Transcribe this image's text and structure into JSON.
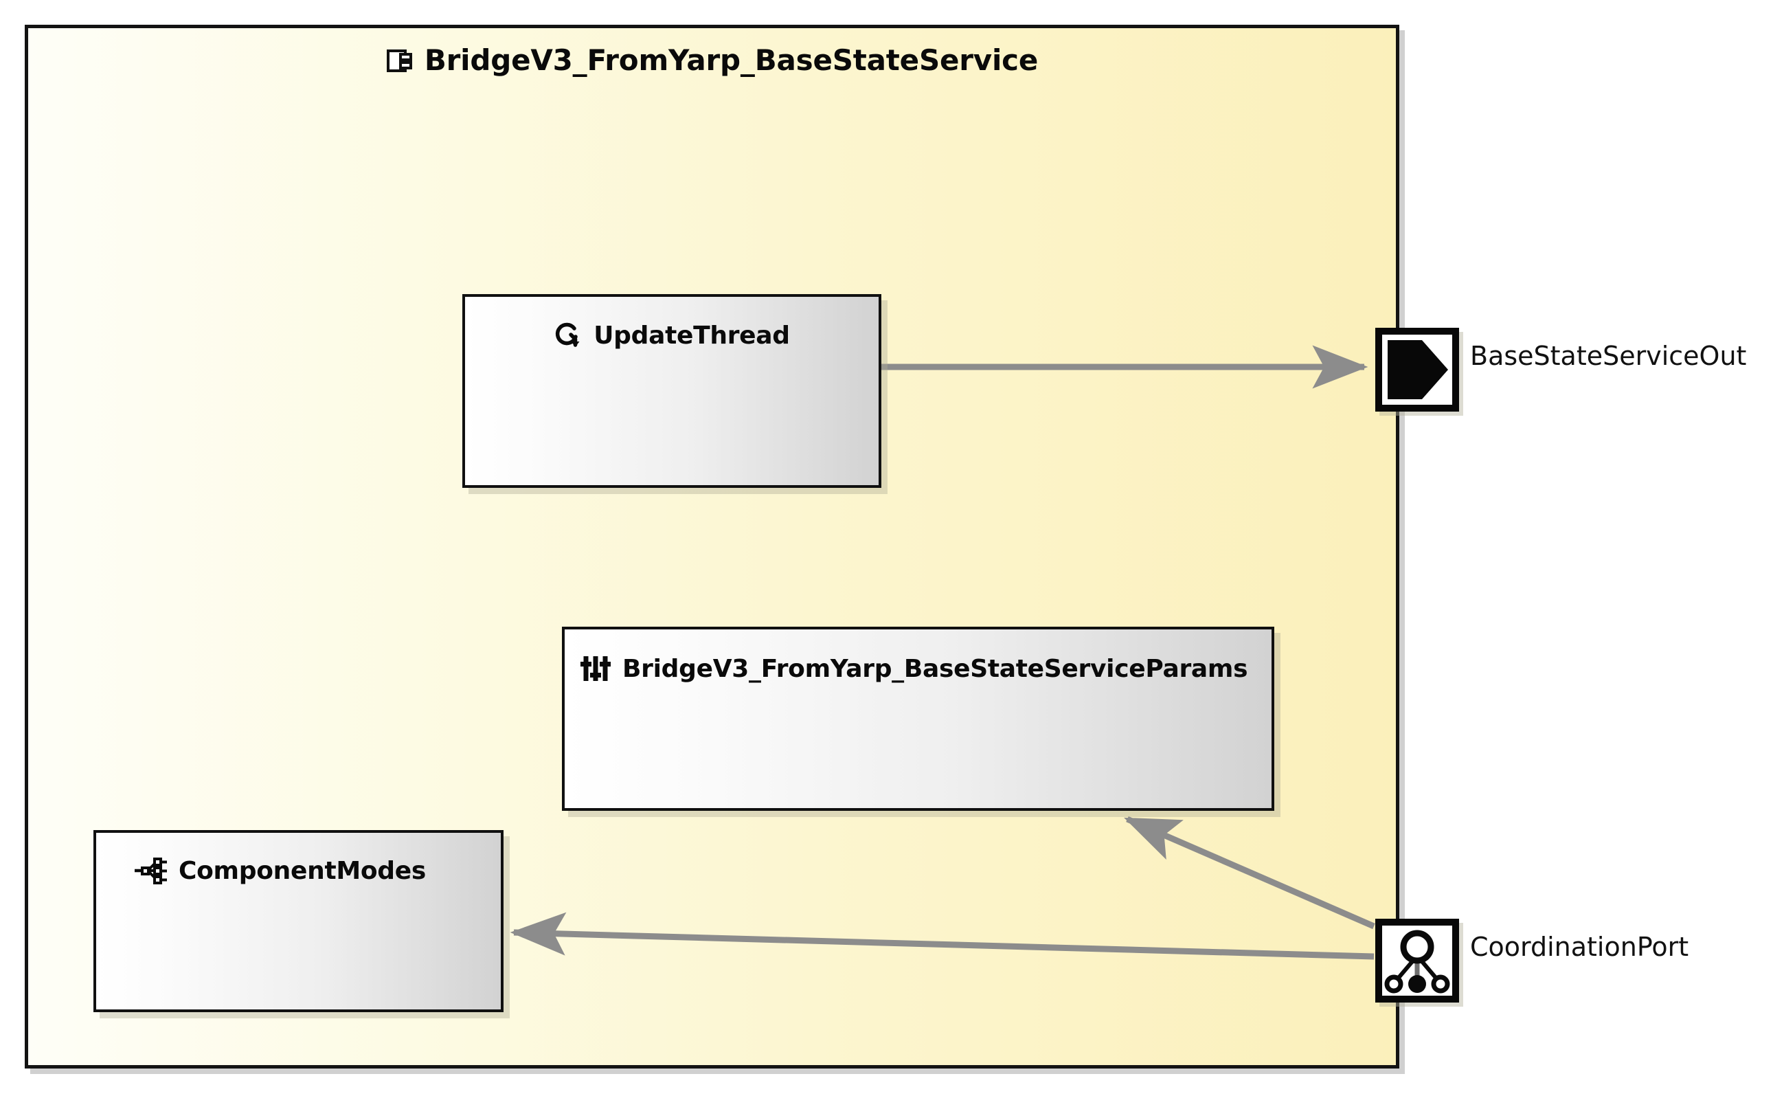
{
  "diagram": {
    "type": "uml-component-diagram",
    "frame": {
      "title": "BridgeV3_FromYarp_BaseStateService",
      "icon": "component-icon",
      "fill_start_color": "#FEFEF7",
      "fill_end_color": "#FBF0BB",
      "border_color": "#131313"
    },
    "nodes": [
      {
        "id": "update-thread",
        "label": "UpdateThread",
        "icon": "cycle-arrow-icon",
        "fill_start_color": "#FFFFFF",
        "fill_end_color": "#D2D2D2"
      },
      {
        "id": "params",
        "label": "BridgeV3_FromYarp_BaseStateServiceParams",
        "icon": "sliders-icon",
        "fill_start_color": "#FFFFFF",
        "fill_end_color": "#D2D2D2"
      },
      {
        "id": "component-modes",
        "label": "ComponentModes",
        "icon": "state-tree-icon",
        "fill_start_color": "#FFFFFF",
        "fill_end_color": "#D2D2D2"
      }
    ],
    "ports": [
      {
        "id": "base-state-service-out",
        "label": "BaseStateServiceOut",
        "icon": "output-port-icon"
      },
      {
        "id": "coordination-port",
        "label": "CoordinationPort",
        "icon": "coordination-port-icon"
      }
    ],
    "edges": [
      {
        "id": "edge-updatethread-to-out",
        "from": "update-thread",
        "to": "base-state-service-out",
        "arrow_color": "#8C8C8C"
      },
      {
        "id": "edge-coord-to-params",
        "from": "coordination-port",
        "to": "params",
        "arrow_color": "#8C8C8C"
      },
      {
        "id": "edge-coord-to-componentmodes",
        "from": "coordination-port",
        "to": "component-modes",
        "arrow_color": "#8C8C8C"
      }
    ]
  }
}
